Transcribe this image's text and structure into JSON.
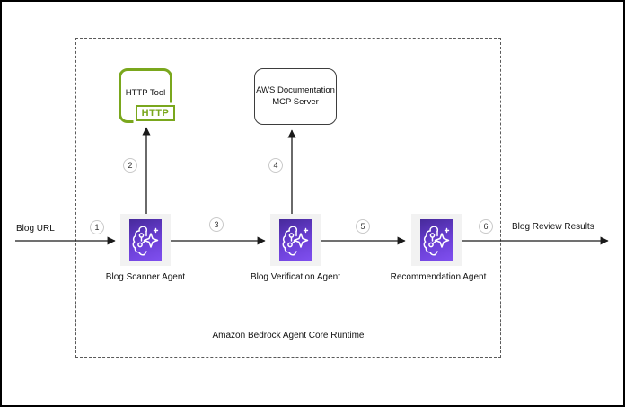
{
  "diagram": {
    "runtime_container_label": "Amazon Bedrock Agent Core Runtime",
    "edges": {
      "input_label": "Blog URL",
      "output_label": "Blog Review Results"
    },
    "steps": [
      "1",
      "2",
      "3",
      "4",
      "5",
      "6"
    ],
    "agents": [
      {
        "label": "Blog Scanner Agent"
      },
      {
        "label": "Blog Verification Agent"
      },
      {
        "label": "Recommendation Agent"
      }
    ],
    "tools": {
      "http_tool": {
        "title": "HTTP Tool",
        "badge": "HTTP"
      },
      "mcp_server": {
        "line1": "AWS Documentation",
        "line2": "MCP Server"
      }
    },
    "colors": {
      "http_green": "#7AA71D",
      "agent_gradient_start": "#472A9B",
      "agent_gradient_end": "#8050F0",
      "agent_node_bg": "#F2F2F2",
      "arrow": "#1A1A1A",
      "dashed_border": "#5A5A5A"
    }
  }
}
